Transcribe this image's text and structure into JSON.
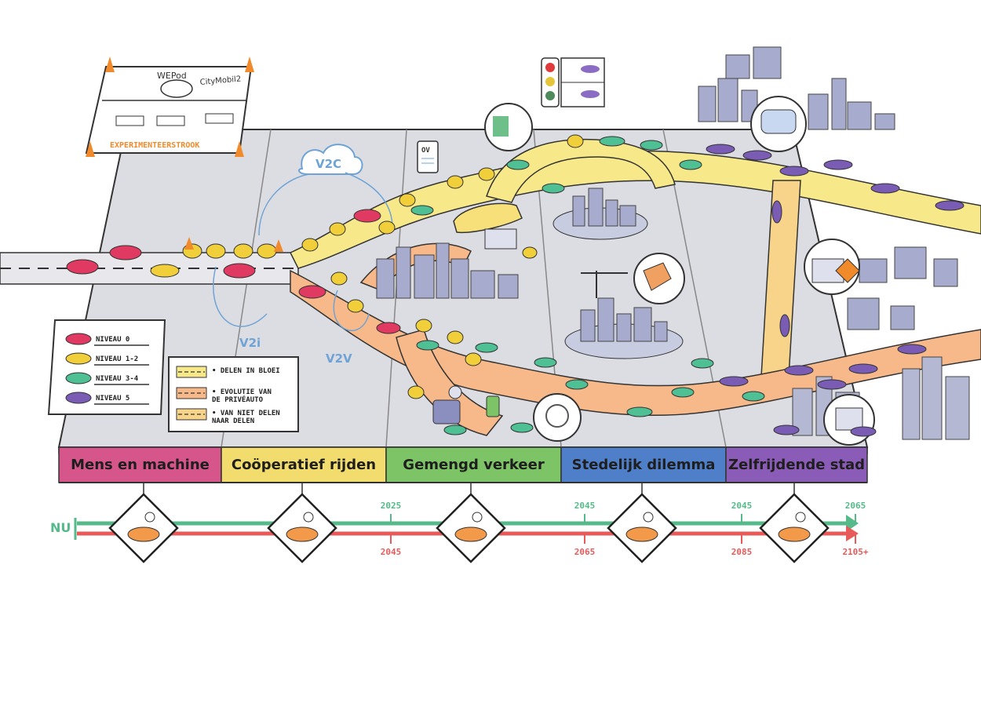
{
  "phases": [
    {
      "label": "Mens en machine",
      "color": "#d6558a"
    },
    {
      "label": "Coöperatief rijden",
      "color": "#f2dc6e"
    },
    {
      "label": "Gemengd verkeer",
      "color": "#7dc466"
    },
    {
      "label": "Stedelijk dilemma",
      "color": "#4f7fc9"
    },
    {
      "label": "Zelfrijdende stad",
      "color": "#8a5cb8"
    }
  ],
  "timeline": {
    "start_label": "NU",
    "green_color": "#55b98a",
    "red_color": "#e85a5a",
    "green_years": [
      "2025",
      "2045",
      "2045",
      "2065"
    ],
    "red_years": [
      "2045",
      "2065",
      "2085",
      "2105+"
    ]
  },
  "sign": {
    "top_left": "WEPod",
    "top_right": "CityMobil2",
    "bottom": "EXPERIMENTEERSTROOK"
  },
  "communication": {
    "v2c": "V2C",
    "v2i": "V2i",
    "v2v": "V2V"
  },
  "ov_label": "OV",
  "legend_levels": [
    {
      "label": "NIVEAU 0",
      "color": "#e03a63"
    },
    {
      "label": "NIVEAU 1-2",
      "color": "#f0cf3a"
    },
    {
      "label": "NIVEAU 3-4",
      "color": "#4fbf94"
    },
    {
      "label": "NIVEAU 5",
      "color": "#7a5cb4"
    }
  ],
  "legend_roads": [
    {
      "label": "• DELEN IN BLOEI",
      "color": "#f7e98a"
    },
    {
      "label": "• EVOLUTIE VAN DE PRIVÉAUTO",
      "color": "#f7b98a"
    },
    {
      "label": "• VAN NIET DELEN NAAR DELEN",
      "color": "#f7d48a"
    }
  ]
}
